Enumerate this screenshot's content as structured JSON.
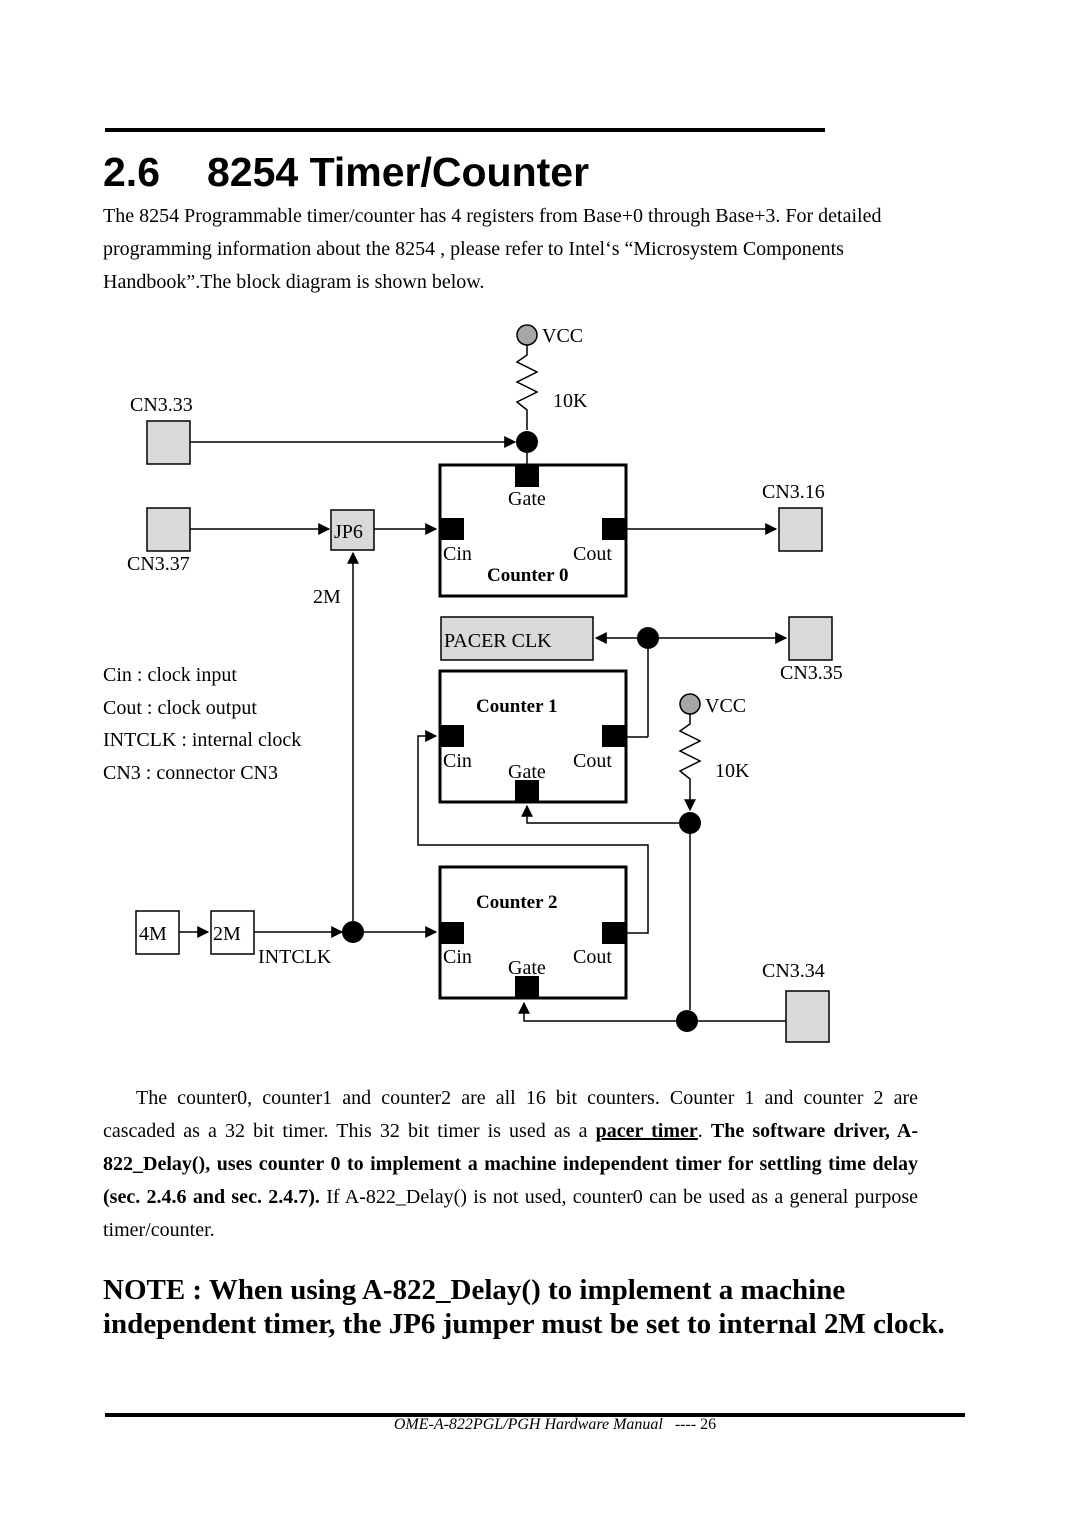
{
  "section": {
    "number": "2.6",
    "title": "8254 Timer/Counter"
  },
  "intro": "The 8254 Programmable timer/counter has 4 registers from Base+0 through Base+3. For detailed programming information about the 8254 , please refer to Intel‘s “Microsystem Components Handbook”.The block diagram is shown below.",
  "diagram": {
    "vcc_top": "VCC",
    "res_top": "10K",
    "vcc_mid": "VCC",
    "res_mid": "10K",
    "cn3_33": "CN3.33",
    "cn3_37": "CN3.37",
    "cn3_16": "CN3.16",
    "cn3_35": "CN3.35",
    "cn3_34": "CN3.34",
    "jp6": "JP6",
    "label_2m_top": "2M",
    "pacer_clk": "PACER CLK",
    "osc_4m": "4M",
    "div_2m": "2M",
    "intclk": "INTCLK",
    "gate": "Gate",
    "cin": "Cin",
    "cout": "Cout",
    "counter0": "Counter 0",
    "counter1": "Counter 1",
    "counter2": "Counter 2",
    "legend": [
      "Cin : clock input",
      "Cout : clock output",
      "INTCLK : internal clock",
      "CN3 : connector CN3"
    ],
    "colors": {
      "connector_fill": "#d9d9d9",
      "vcc_fill": "#a6a6a6",
      "pin_fill": "#000000"
    }
  },
  "body": {
    "p1": "The counter0, counter1 and counter2 are all 16 bit counters. Counter 1 and counter 2 are cascaded as a 32 bit timer. This 32 bit timer is used as a ",
    "pacer_timer": "pacer timer",
    "p2": ". ",
    "bold": "The software driver, A-822_Delay(), uses counter 0 to implement a machine independent timer for settling time delay (sec. 2.4.6 and sec. 2.4.7).",
    "p3": " If A-822_Delay() is not used, counter0 can be used as a general purpose timer/counter."
  },
  "note": "NOTE : When using A-822_Delay() to implement a machine independent timer, the JP6 jumper must be set to internal 2M clock.",
  "footer": {
    "title": "OME-A-822PGL/PGH Hardware Manual",
    "page": "---- 26"
  }
}
